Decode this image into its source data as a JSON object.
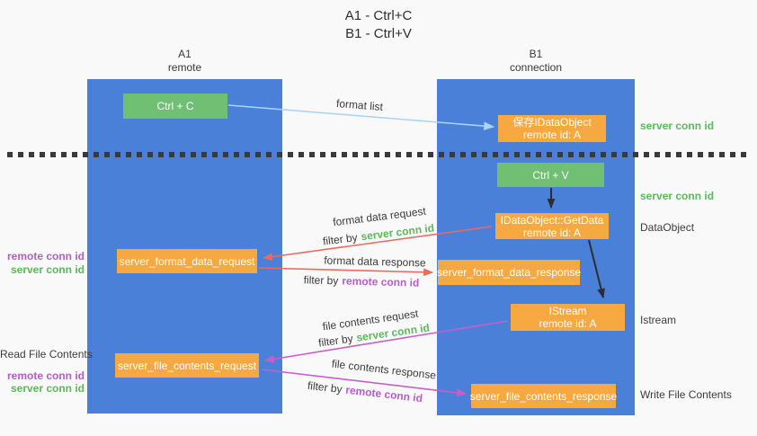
{
  "title": {
    "line1": "A1 - Ctrl+C",
    "line2": "B1 - Ctrl+V"
  },
  "columns": {
    "left": {
      "name": "A1",
      "role": "remote"
    },
    "right": {
      "name": "B1",
      "role": "connection"
    }
  },
  "boxes": {
    "ctrl_c": "Ctrl + C",
    "ctrl_v": "Ctrl + V",
    "save_dataobject": {
      "line1": "保存IDataObject",
      "line2": "remote id: A"
    },
    "getdata": {
      "line1": "IDataObject::GetData",
      "line2": "remote id: A"
    },
    "istream": {
      "line1": "IStream",
      "line2": "remote id: A"
    },
    "format_data_request": "server_format_data_request",
    "format_data_response": "server_format_data_response",
    "file_contents_request": "server_file_contents_request",
    "file_contents_response": "server_file_contents_response"
  },
  "arrow_labels": {
    "format_list": "format list",
    "format_data_request": {
      "line1": "format data request",
      "filter_prefix": "filter by",
      "filter_key": "server conn id"
    },
    "format_data_response": {
      "line1": "format data response",
      "filter_prefix": "filter by",
      "filter_key": "remote conn id"
    },
    "file_contents_request": {
      "line1": "file contents request",
      "filter_prefix": "filter by",
      "filter_key": "server conn id"
    },
    "file_contents_response": {
      "line1": "file contents response",
      "filter_prefix": "filter by",
      "filter_key": "remote conn id"
    }
  },
  "side_labels": {
    "right_server_conn_id_top": "server conn id",
    "right_server_conn_id_mid": "server conn id",
    "right_dataobject": "DataObject",
    "right_istream": "Istream",
    "right_write_file_contents": "Write File Contents",
    "left_remote_conn_id_top": "remote conn id",
    "left_server_conn_id_top": "server conn id",
    "left_read_file_contents": "Read File Contents",
    "left_remote_conn_id_bottom": "remote conn id",
    "left_server_conn_id_bottom": "server conn id"
  },
  "colors": {
    "column_blue": "#4a80d8",
    "box_green": "#71bf72",
    "box_orange": "#f7a941",
    "arrow_red": "#e96a5e",
    "arrow_magenta": "#c75fc8",
    "arrow_lightblue": "#a9d4f2",
    "arrow_black": "#2d2d2d",
    "label_green": "#5cb85c",
    "label_purple": "#b55ec5",
    "background": "#f9f9f9"
  }
}
